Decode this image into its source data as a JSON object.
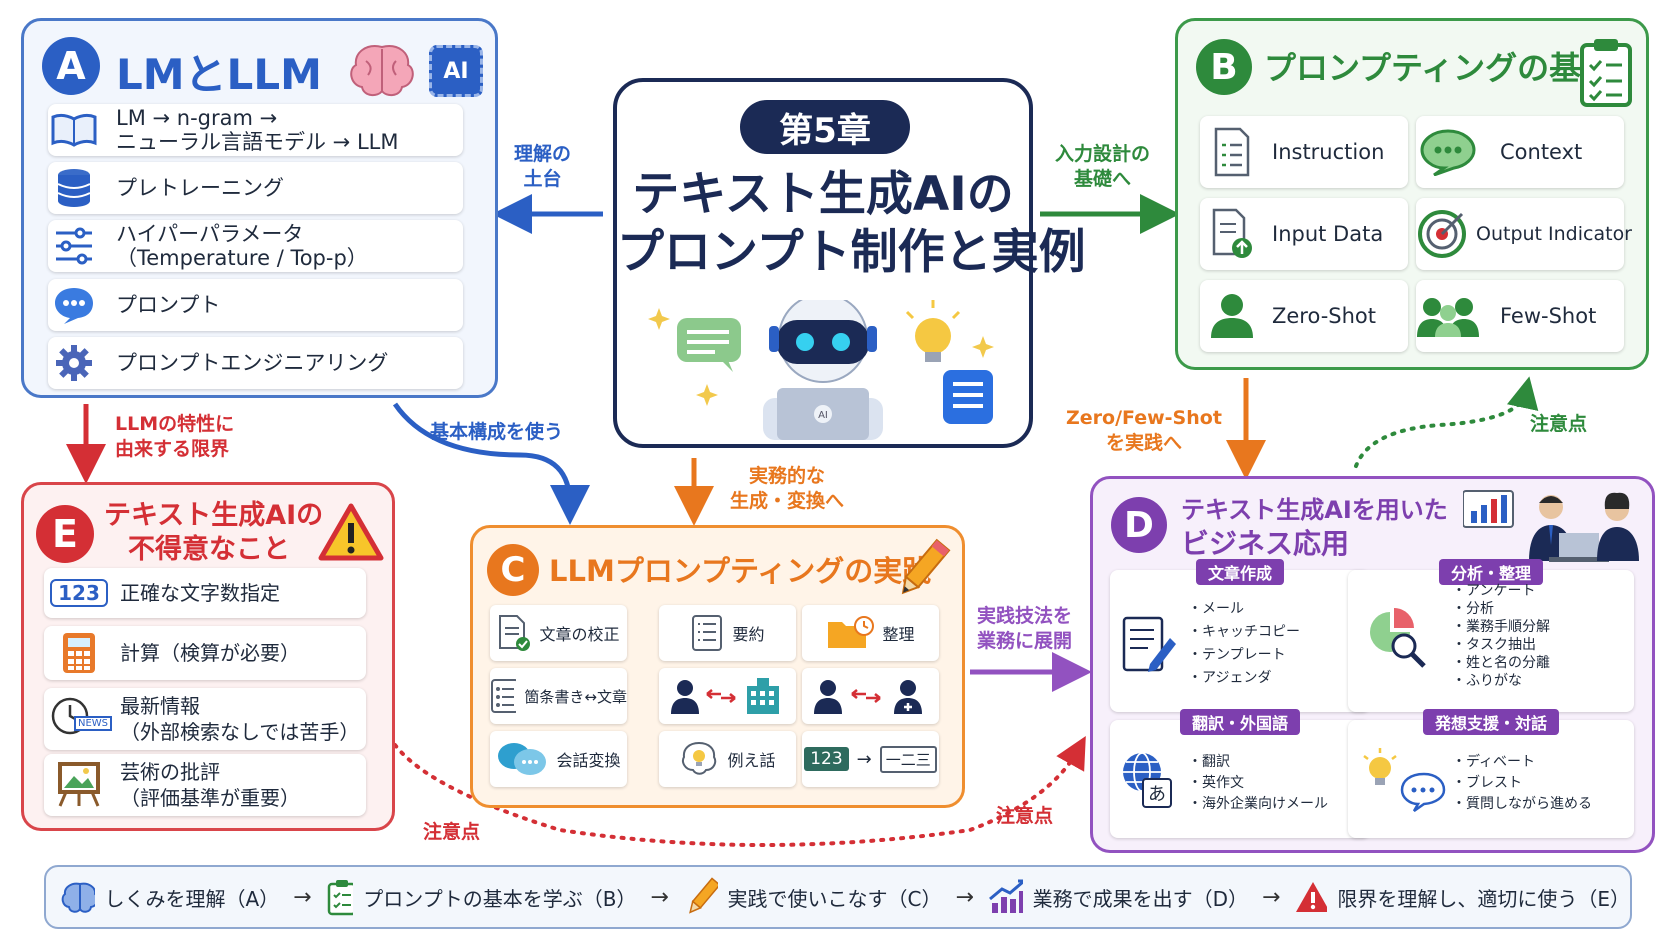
{
  "center": {
    "chapter": "第5章",
    "title_line1": "テキスト生成AIの",
    "title_line2": "プロンプト制作と実例",
    "laptop_text": "AI"
  },
  "panel_a": {
    "letter": "A",
    "title": "LMとLLM",
    "ai_chip": "AI",
    "rows": [
      {
        "line1": "LM → n-gram →",
        "line2": "ニューラル言語モデル → LLM"
      },
      {
        "line1": "プレトレーニング",
        "line2": ""
      },
      {
        "line1": "ハイパーパラメータ",
        "line2": "（Temperature / Top-p）"
      },
      {
        "line1": "プロンプト",
        "line2": ""
      },
      {
        "line1": "プロンプトエンジニアリング",
        "line2": ""
      }
    ]
  },
  "panel_b": {
    "letter": "B",
    "title": "プロンプティングの基礎",
    "cards": [
      "Instruction",
      "Context",
      "Input Data",
      "Output Indicator",
      "Zero-Shot",
      "Few-Shot"
    ]
  },
  "panel_c": {
    "letter": "C",
    "title": "LLMプロンプティングの実践",
    "cells": [
      "文章の校正",
      "要約",
      "整理",
      "箇条書き↔文章",
      "",
      "",
      "会話変換",
      "例え話",
      ""
    ],
    "num_label": "123",
    "kanji_label": "一二三"
  },
  "panel_d": {
    "letter": "D",
    "title_line1": "テキスト生成AIを用いた",
    "title_line2": "ビジネス応用",
    "boxes": [
      {
        "label": "文章作成",
        "items": [
          "・メール",
          "・キャッチコピー",
          "・テンプレート",
          "・アジェンダ"
        ]
      },
      {
        "label": "分析・整理",
        "items": [
          "・アンケート",
          "・分析",
          "・業務手順分解",
          "・タスク抽出",
          "・姓と名の分離",
          "・ふりがな"
        ]
      },
      {
        "label": "翻訳・外国語",
        "items": [
          "・翻訳",
          "・英作文",
          "・海外企業向けメール"
        ]
      },
      {
        "label": "発想支援・対話",
        "items": [
          "・ディベート",
          "・ブレスト",
          "・質問しながら進める"
        ]
      }
    ],
    "translate_char": "あ"
  },
  "panel_e": {
    "letter": "E",
    "title_line1": "テキスト生成AIの",
    "title_line2": "不得意なこと",
    "rows": [
      {
        "line1": "正確な文字数指定",
        "line2": ""
      },
      {
        "line1": "計算（検算が必要）",
        "line2": ""
      },
      {
        "line1": "最新情報",
        "line2": "（外部検索なしでは苦手）"
      },
      {
        "line1": "芸術の批評",
        "line2": "（評価基準が重要）"
      }
    ],
    "num_icon": "123",
    "news_icon": "NEWS"
  },
  "arrows": {
    "to_a_1": "理解の",
    "to_a_2": "土台",
    "to_b_1": "入力設計の",
    "to_b_2": "基礎へ",
    "a_to_e_1": "LLMの特性に",
    "a_to_e_2": "由来する限界",
    "a_to_c": "基本構成を使う",
    "center_to_c_1": "実務的な",
    "center_to_c_2": "生成・変換へ",
    "b_to_d_1": "Zero/Few-Shot",
    "b_to_d_2": "を実践へ",
    "d_to_b": "注意点",
    "c_to_d_1": "実践技法を",
    "c_to_d_2": "業務に展開",
    "e_dotted": "注意点",
    "d_dotted": "注意点"
  },
  "footer": {
    "steps": [
      "しくみを理解（A）",
      "プロンプトの基本を学ぶ（B）",
      "実践で使いこなす（C）",
      "業務で成果を出す（D）",
      "限界を理解し、適切に使う（E）"
    ],
    "arrow": "→"
  },
  "colors": {
    "a": "#2b5fc4",
    "b": "#2e8a3c",
    "c": "#e8771e",
    "d": "#7d3fae",
    "e": "#d42f35",
    "navy": "#1b2a55"
  }
}
